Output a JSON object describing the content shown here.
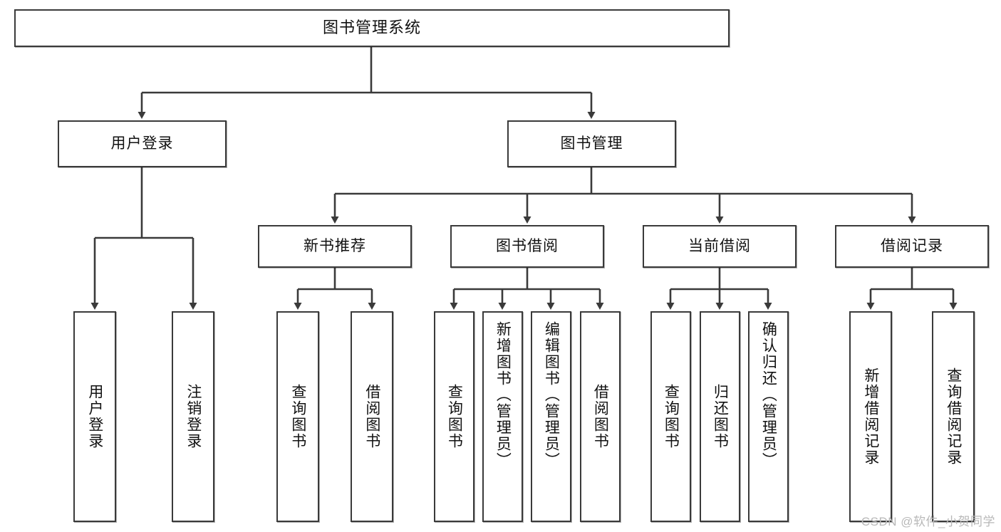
{
  "diagram": {
    "title": "图书管理系统",
    "type": "tree-hierarchy-chart",
    "root": {
      "label": "图书管理系统"
    },
    "level1": [
      {
        "label": "用户登录"
      },
      {
        "label": "图书管理"
      }
    ],
    "level2": [
      {
        "label": "新书推荐"
      },
      {
        "label": "图书借阅"
      },
      {
        "label": "当前借阅"
      },
      {
        "label": "借阅记录"
      }
    ],
    "leaves": {
      "user_login": [
        {
          "label": "用户登录"
        },
        {
          "label": "注销登录"
        }
      ],
      "new_book_recommend": [
        {
          "label": "查询图书"
        },
        {
          "label": "借阅图书"
        }
      ],
      "book_borrow": [
        {
          "label": "查询图书"
        },
        {
          "label": "新增图书（管理员）"
        },
        {
          "label": "编辑图书（管理员）"
        },
        {
          "label": "借阅图书"
        }
      ],
      "current_borrow": [
        {
          "label": "查询图书"
        },
        {
          "label": "归还图书"
        },
        {
          "label": "确认归还（管理员）"
        }
      ],
      "borrow_records": [
        {
          "label": "新增借阅记录"
        },
        {
          "label": "查询借阅记录"
        }
      ]
    }
  },
  "watermark": {
    "text": "CSDN @软件_小贺同学"
  },
  "colors": {
    "border": "#3a3a3a",
    "background": "#ffffff",
    "text": "#111111",
    "watermark": "#b8b8b8"
  }
}
